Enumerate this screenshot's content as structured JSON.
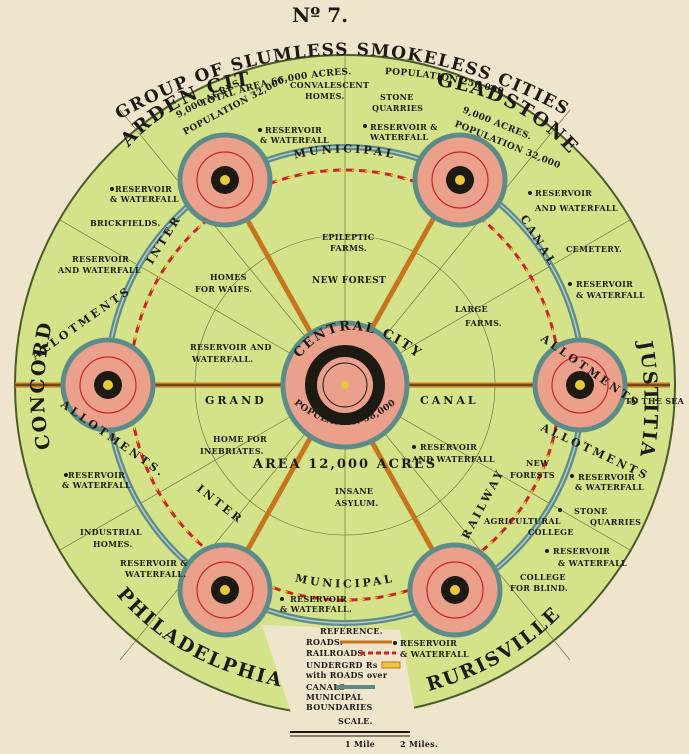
{
  "header": {
    "number": "Nº 7.",
    "title": "GROUP OF SLUMLESS SMOKELESS CITIES",
    "total_area": "TOTAL AREA 66,000 ACRES.",
    "population": "POPULATION 250,000"
  },
  "cities": {
    "garden_city": {
      "name": "GARDEN CITY",
      "acres": "9,000 ACRES.",
      "population": "POPULATION 32,000."
    },
    "gladstone": {
      "name": "GLADSTONE",
      "acres": "9,000 ACRES.",
      "population": "POPULATION 32,000"
    },
    "concord": "CONCORD",
    "justitia": "JUSTITIA",
    "philadelphia": "PHILADELPHIA",
    "rurisville": "RURISVILLE"
  },
  "central": {
    "name": "CENTRAL CITY",
    "population": "POPULATION 58,000",
    "area": "AREA 12,000 ACRES"
  },
  "canal": {
    "municipal": "MUNICIPAL",
    "inter": "INTER",
    "canal": "CANAL",
    "grand": "GRAND",
    "canal2": "CANAL",
    "inter_lower": "INTER",
    "municipal_lower": "MUNICIPAL",
    "railway": "RAILWAY"
  },
  "labels": {
    "convalescent": [
      "CONVALESCENT",
      "HOMES."
    ],
    "stone_quarries_top": [
      "STONE",
      "QUARRIES"
    ],
    "reservoir_waterfall_1": [
      "RESERVOIR",
      "& WATERFALL"
    ],
    "reservoir_waterfall_2": [
      "RESERVOIR &",
      "WATERFALL"
    ],
    "reservoir_waterfall_3": [
      "RESERVOIR",
      "& WATERFALL"
    ],
    "reservoir_waterfall_4": [
      "RESERVOIR",
      "AND WATERFALL"
    ],
    "reservoir_waterfall_5": [
      "RESERVOIR",
      "AND WATERFALL"
    ],
    "reservoir_waterfall_6": [
      "RESERVOIR",
      "& WATERFALL"
    ],
    "reservoir_waterfall_7": [
      "RESERVOIR AND",
      "WATERFALL."
    ],
    "reservoir_waterfall_8": [
      "RESERVOIR",
      "AND WATERFALL"
    ],
    "reservoir_waterfall_9": [
      "RESERVOIR",
      "& WATERFALL"
    ],
    "reservoir_waterfall_10": [
      "RESERVOIR",
      "& WATERFALL"
    ],
    "reservoir_waterfall_11": [
      "RESERVOIR &",
      "WATERFALL."
    ],
    "reservoir_waterfall_12": [
      "RESERVOIR",
      "& WATERFALL."
    ],
    "reservoir_waterfall_13": [
      "RESERVOIR",
      "& WATERFALL"
    ],
    "reservoir_waterfall_14": [
      "RESERVOIR",
      "& WATERFALL"
    ],
    "brickfields": "BRICKFIELDS.",
    "cemetery": "CEMETERY.",
    "epileptic": [
      "EPILEPTIC",
      "FARMS."
    ],
    "new_forest": "NEW FOREST",
    "homes_waifs": [
      "HOMES",
      "FOR WAIFS."
    ],
    "large_farms": [
      "LARGE",
      "FARMS."
    ],
    "allotments_left_top": "ALLOTMENTS",
    "allotments_left_bottom": "ALLOTMENTS.",
    "allotments_right_top": "ALLOTMENTS",
    "allotments_right_bottom": "ALLOTMENTS",
    "to_the_sea": "TO THE SEA",
    "home_inebriates": [
      "HOME FOR",
      "INEBRIATES."
    ],
    "insane_asylum": [
      "INSANE",
      "ASYLUM."
    ],
    "new_forests": [
      "NEW",
      "FORESTS"
    ],
    "agricultural_college": [
      "AGRICULTURAL",
      "COLLEGE"
    ],
    "stone_quarries_right": [
      "STONE",
      "QUARRIES"
    ],
    "college_blind": [
      "COLLEGE",
      "FOR BLIND."
    ],
    "industrial_homes": [
      "INDUSTRIAL",
      "HOMES."
    ]
  },
  "legend": {
    "title": "REFERENCE.",
    "roads": "ROADS.",
    "railroads": "RAILROADS.",
    "underground": [
      "UNDERGRD Rs",
      "with ROADS over"
    ],
    "canals": "CANALS",
    "municipal_boundaries": [
      "MUNICIPAL",
      "BOUNDARIES"
    ],
    "scale": "SCALE.",
    "mile1": "1 Mile",
    "mile2": "2 Miles."
  },
  "colors": {
    "paper": "#efe4cc",
    "land": "#d4e38a",
    "pink": "#eba08c",
    "canal": "#5d8c88",
    "road": "#c6751f",
    "rail_red": "#c8242a",
    "rail_yellow": "#e8c93a",
    "ink": "#1d1a14"
  }
}
